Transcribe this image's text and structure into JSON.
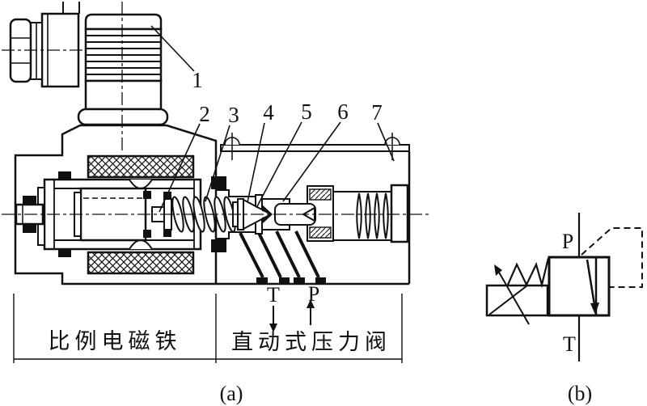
{
  "figure": {
    "callouts": [
      "1",
      "2",
      "3",
      "4",
      "5",
      "6",
      "7"
    ],
    "ports": {
      "t": "T",
      "p": "P"
    },
    "sections": {
      "left": "比例电磁铁",
      "right": "直动式压力阀"
    },
    "captions": {
      "a": "(a)",
      "b": "(b)"
    },
    "symbol": {
      "p": "P",
      "t": "T"
    },
    "colors": {
      "ink": "#111111",
      "background": "#ffffff"
    }
  }
}
